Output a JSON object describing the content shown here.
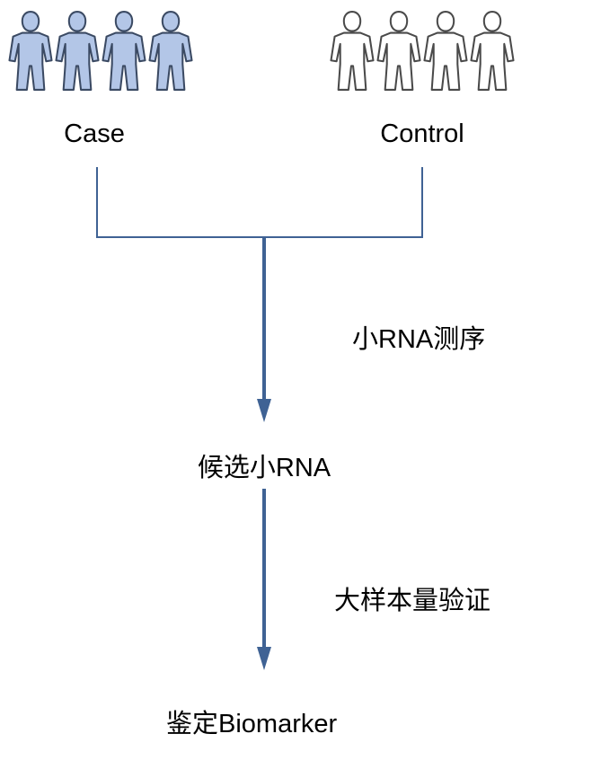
{
  "groups": {
    "case": {
      "label": "Case",
      "person_count": 4,
      "fill": "#b3c6e7",
      "stroke": "#3b4a63"
    },
    "control": {
      "label": "Control",
      "person_count": 4,
      "fill": "#ffffff",
      "stroke": "#4a4a4a"
    }
  },
  "connector_color": "#3f6294",
  "steps": {
    "sequencing": "小RNA测序",
    "candidates": "候选小RNA",
    "validation": "大样本量验证",
    "identification": "鉴定Biomarker"
  }
}
